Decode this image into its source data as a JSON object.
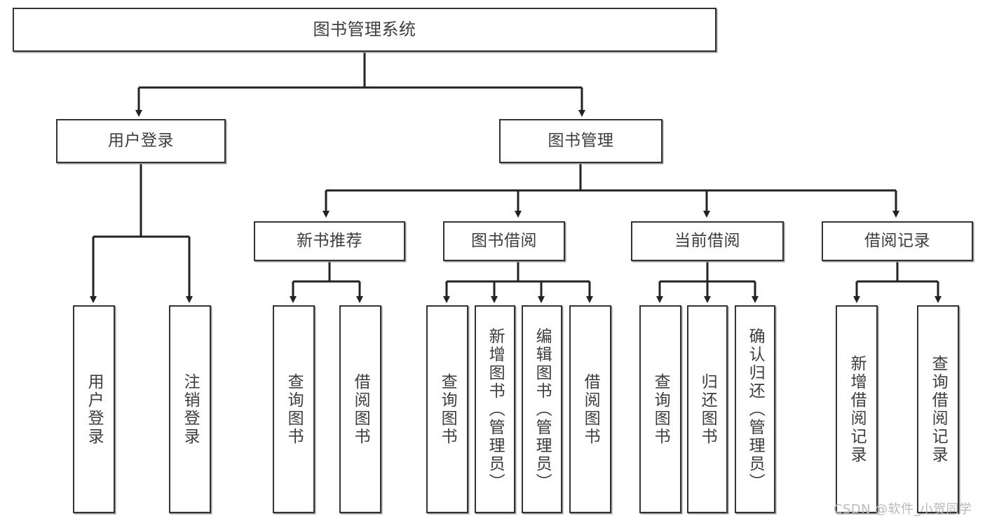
{
  "diagram": {
    "type": "tree-hierarchy",
    "title": "图书管理系统",
    "orientation": "top-down",
    "colors": {
      "background": "#ffffff",
      "box_border": "#333333",
      "box_fill": "#ffffff",
      "text": "#3d3d3d",
      "connector": "#222222",
      "watermark": "#b9b9b9"
    },
    "root": {
      "label": "图书管理系统"
    },
    "level2": [
      {
        "label": "用户登录"
      },
      {
        "label": "图书管理"
      }
    ],
    "level3": [
      {
        "label": "新书推荐"
      },
      {
        "label": "图书借阅"
      },
      {
        "label": "当前借阅"
      },
      {
        "label": "借阅记录"
      }
    ],
    "leaves": {
      "user_login": [
        {
          "label": "用户登录"
        },
        {
          "label": "注销登录"
        }
      ],
      "new_book_recommend": [
        {
          "label": "查询图书"
        },
        {
          "label": "借阅图书"
        }
      ],
      "book_borrow": [
        {
          "label": "查询图书"
        },
        {
          "label": "新增图书（管理员）"
        },
        {
          "label": "编辑图书（管理员）"
        },
        {
          "label": "借阅图书"
        }
      ],
      "current_borrow": [
        {
          "label": "查询图书"
        },
        {
          "label": "归还图书"
        },
        {
          "label": "确认归还（管理员）"
        }
      ],
      "borrow_record": [
        {
          "label": "新增借阅记录"
        },
        {
          "label": "查询借阅记录"
        }
      ]
    }
  },
  "watermark": {
    "text": "CSDN @软件_小贺同学"
  }
}
